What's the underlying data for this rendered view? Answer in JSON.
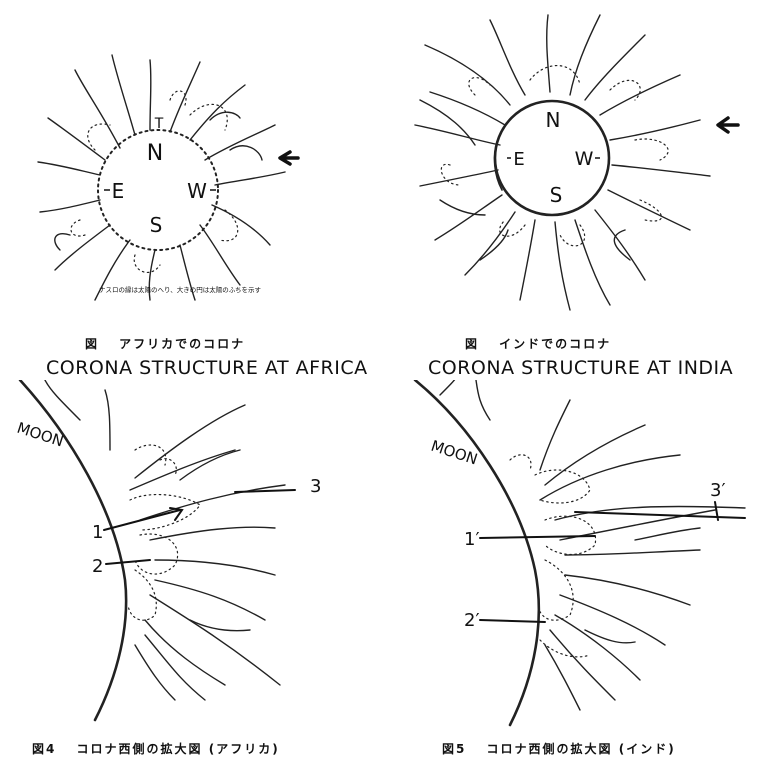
{
  "panels": {
    "africa": {
      "directions": {
        "north": "N",
        "south": "S",
        "east": "E",
        "west": "W",
        "top_mark": "T"
      },
      "footnote": "ナスロの縁は太陽のへり、大きの円は太陽のふちを示す",
      "caption_jp": "図　 アフリカでのコロナ",
      "caption_en": "CORONA STRUCTURE AT AFRICA"
    },
    "india": {
      "directions": {
        "north": "N",
        "south": "S",
        "east": "E",
        "west": "W"
      },
      "caption_jp": "図　 インドでのコロナ",
      "caption_en": "CORONA STRUCTURE AT INDIA"
    },
    "fig4": {
      "moon_label": "MOON",
      "markers": [
        "1",
        "2",
        "3"
      ],
      "caption": "図4　 コロナ西側の拡大図 (アフリカ)"
    },
    "fig5": {
      "moon_label": "MOON",
      "markers": [
        "1′",
        "2′",
        "3′"
      ],
      "caption": "図5　 コロナ西側の拡大図 (インド)"
    }
  }
}
